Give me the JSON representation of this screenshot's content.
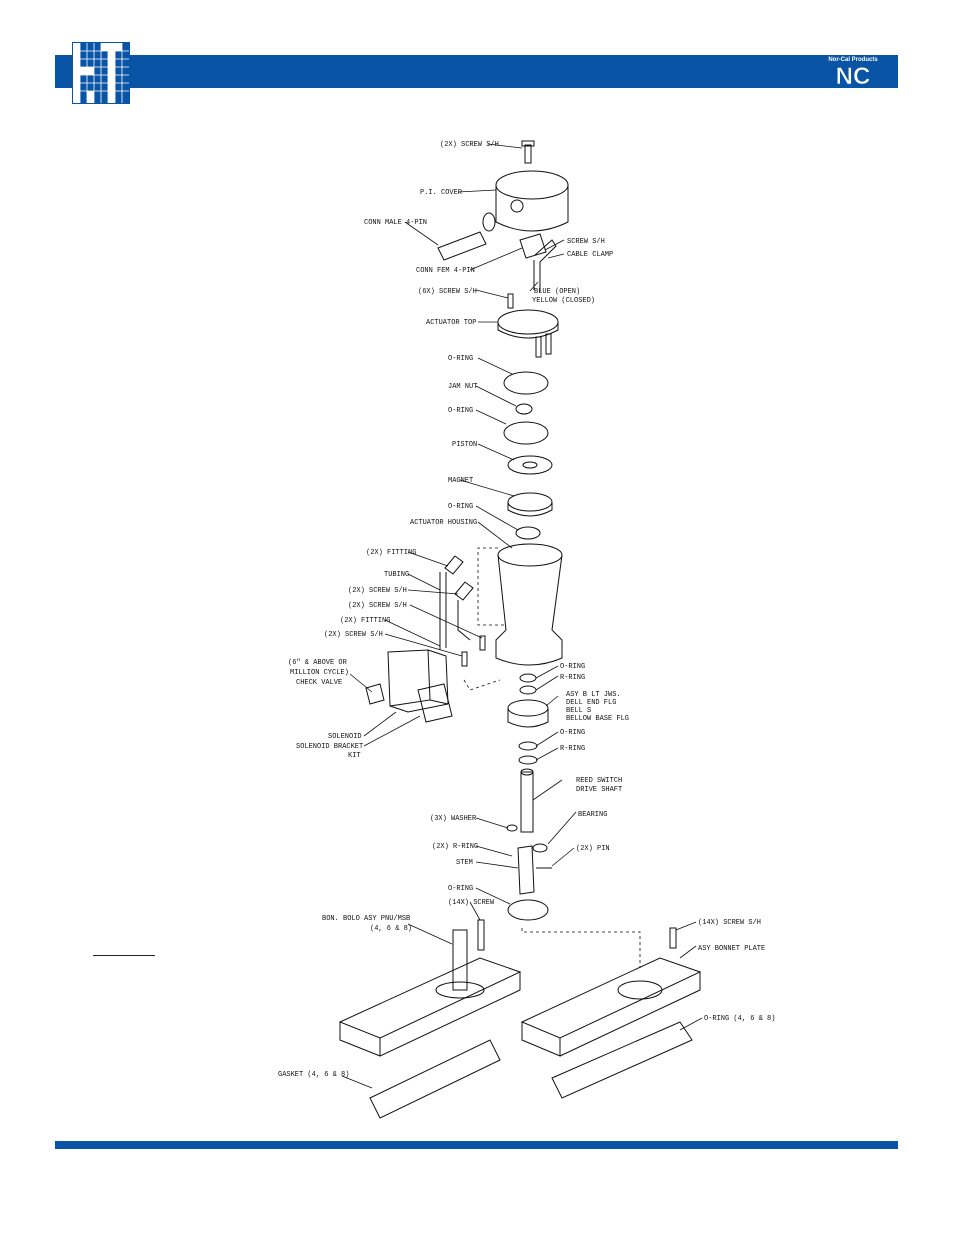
{
  "header": {
    "brand_tagline": "Nor-Cal Products",
    "brand_mark": "NC"
  },
  "labels": {
    "screw_top": "(2X) SCREW S/H",
    "pi_cover": "P.I. COVER",
    "conn_male": "CONN MALE 4-PIN",
    "screw_sh": "SCREW S/H",
    "cable_clamp": "CABLE CLAMP",
    "conn_fem": "CONN FEM 4-PIN",
    "blue_open": "BLUE (OPEN)",
    "yellow_closed": "YELLOW (CLOSED)",
    "screw_6x": "(6X) SCREW S/H",
    "actuator_top": "ACTUATOR TOP",
    "oring1": "O-RING",
    "jam_nut": "JAM NUT",
    "oring2": "O-RING",
    "piston": "PISTON",
    "magnet": "MAGNET",
    "oring3": "O-RING",
    "actuator_housing": "ACTUATOR HOUSING",
    "fitting_2x_a": "(2X) FITTING",
    "tubing": "TUBING",
    "screw_2x_a": "(2X) SCREW S/H",
    "screw_2x_b": "(2X) SCREW S/H",
    "fitting_2x_b": "(2X) FITTING",
    "screw_2x_c": "(2X) SCREW S/H",
    "check_valve_1": "(6\" & ABOVE OR",
    "check_valve_2": "MILLION CYCLE)",
    "check_valve_3": "CHECK VALVE",
    "oring4": "O-RING",
    "rring1": "R-RING",
    "bellows_1": "ASY B LT JWS.",
    "bellows_2": "DELL  END FLG",
    "bellows_3": "BELL  S",
    "bellows_4": "BELLOW BASE FLG",
    "solenoid": "SOLENOID",
    "solenoid_bracket_1": "SOLENOID BRACKET",
    "solenoid_bracket_2": "KIT",
    "oring5": "O-RING",
    "rring2": "R-RING",
    "reed_switch_1": "REED SWITCH",
    "reed_switch_2": "DRIVE SHAFT",
    "washer_3x": "(3X) WASHER",
    "bearing": "BEARING",
    "rring_2x": "(2X) R-RING",
    "stem": "STEM",
    "pin_2x": "(2X) PIN",
    "oring6": "O-RING",
    "screw_14x": "(14X) SCREW",
    "bon_bolo_1": "BON. BOLO ASY PNU/MSB",
    "bon_bolo_2": "(4, 6 & 8)",
    "screw_14x_sh": "(14X) SCREW S/H",
    "bonnet_plate": "ASY BONNET PLATE",
    "oring_468": "O-RING (4, 6 & 8)",
    "gasket": "GASKET (4, 6 & 8)"
  },
  "colors": {
    "brand_blue": "#0a54a6"
  }
}
